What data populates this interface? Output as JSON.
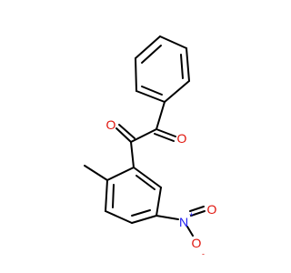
{
  "molecule": {
    "atoms": {
      "o_ketone_left": {
        "symbol": "O",
        "color": "#e0140c"
      },
      "o_ketone_right": {
        "symbol": "O",
        "color": "#e0140c"
      },
      "n_nitro": {
        "symbol": "N",
        "charge": "+",
        "color": "#1a1aef"
      },
      "o_nitro_top": {
        "symbol": "O",
        "color": "#e0140c"
      },
      "o_nitro_bottom": {
        "symbol": "O",
        "charge": "-",
        "color": "#e0140c"
      }
    },
    "bond_color": "#000000"
  }
}
